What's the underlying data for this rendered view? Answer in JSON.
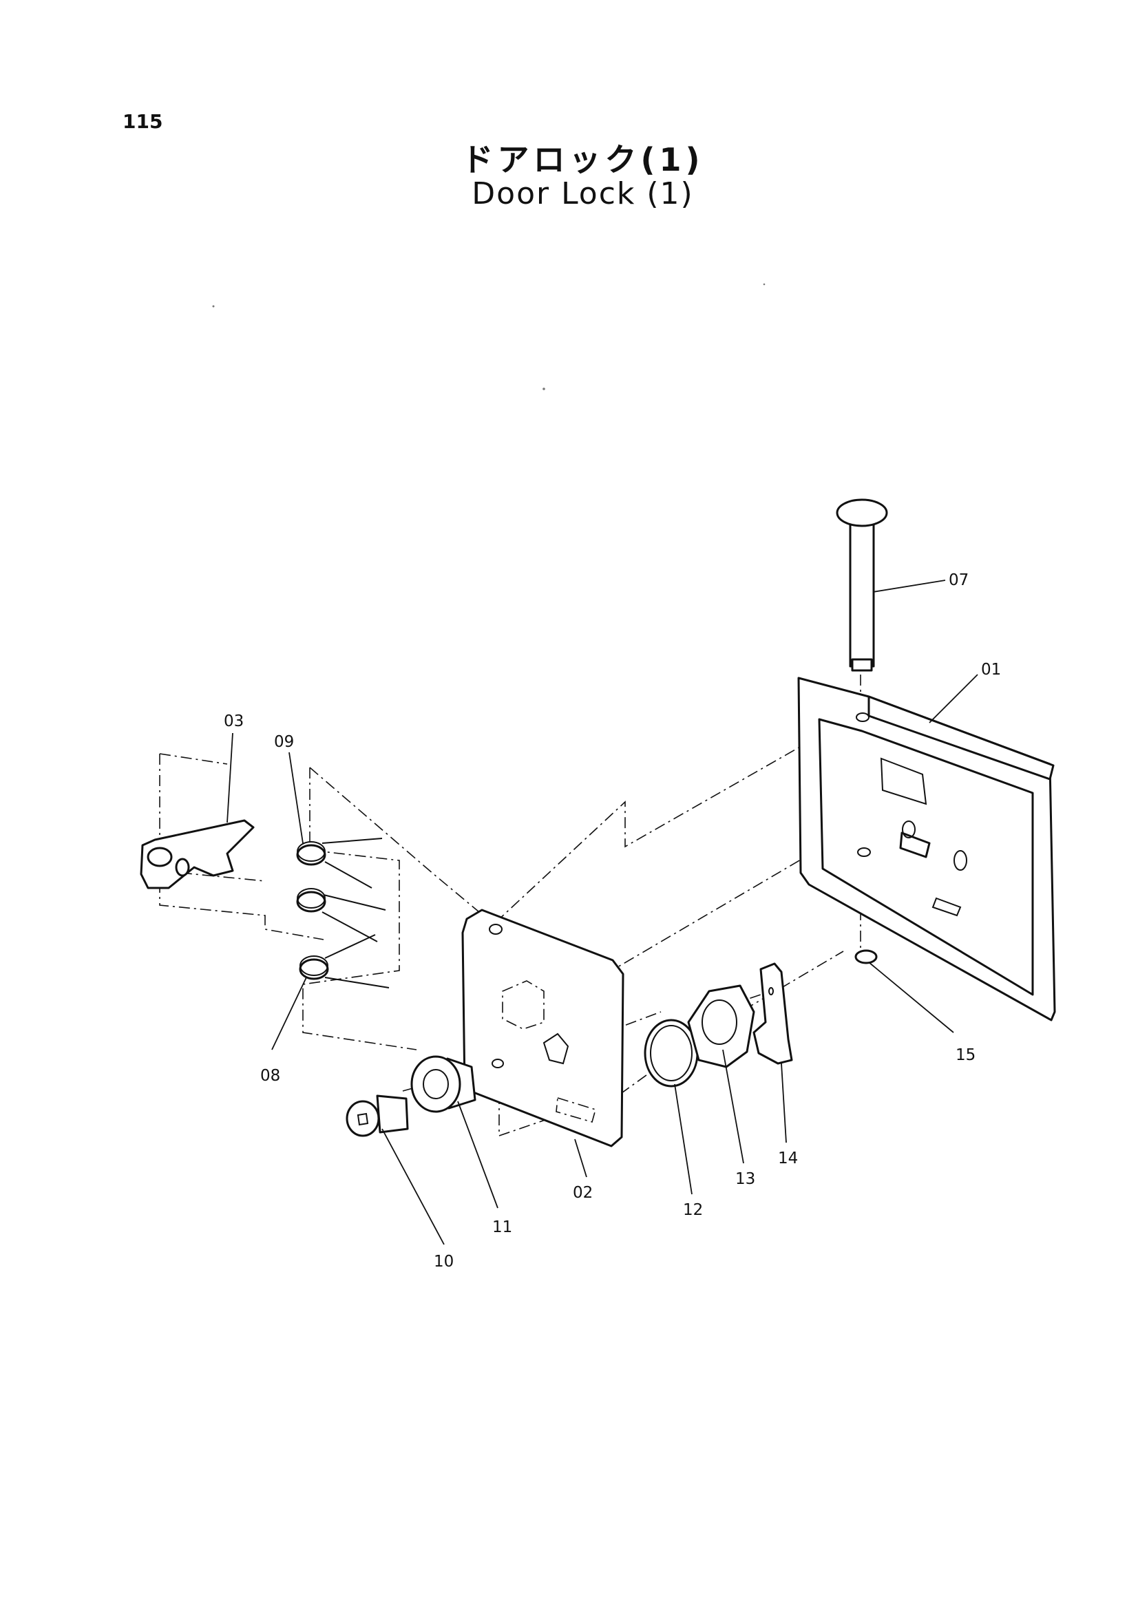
{
  "page": {
    "number": "115"
  },
  "title": {
    "japanese": "ドアロック(1)",
    "english": "Door Lock (1)"
  },
  "parts": [
    {
      "id": "01",
      "label": "01"
    },
    {
      "id": "02",
      "label": "02"
    },
    {
      "id": "03",
      "label": "03"
    },
    {
      "id": "07",
      "label": "07"
    },
    {
      "id": "08",
      "label": "08"
    },
    {
      "id": "09",
      "label": "09"
    },
    {
      "id": "10",
      "label": "10"
    },
    {
      "id": "11",
      "label": "11"
    },
    {
      "id": "12",
      "label": "12"
    },
    {
      "id": "13",
      "label": "13"
    },
    {
      "id": "14",
      "label": "14"
    },
    {
      "id": "15",
      "label": "15"
    }
  ]
}
